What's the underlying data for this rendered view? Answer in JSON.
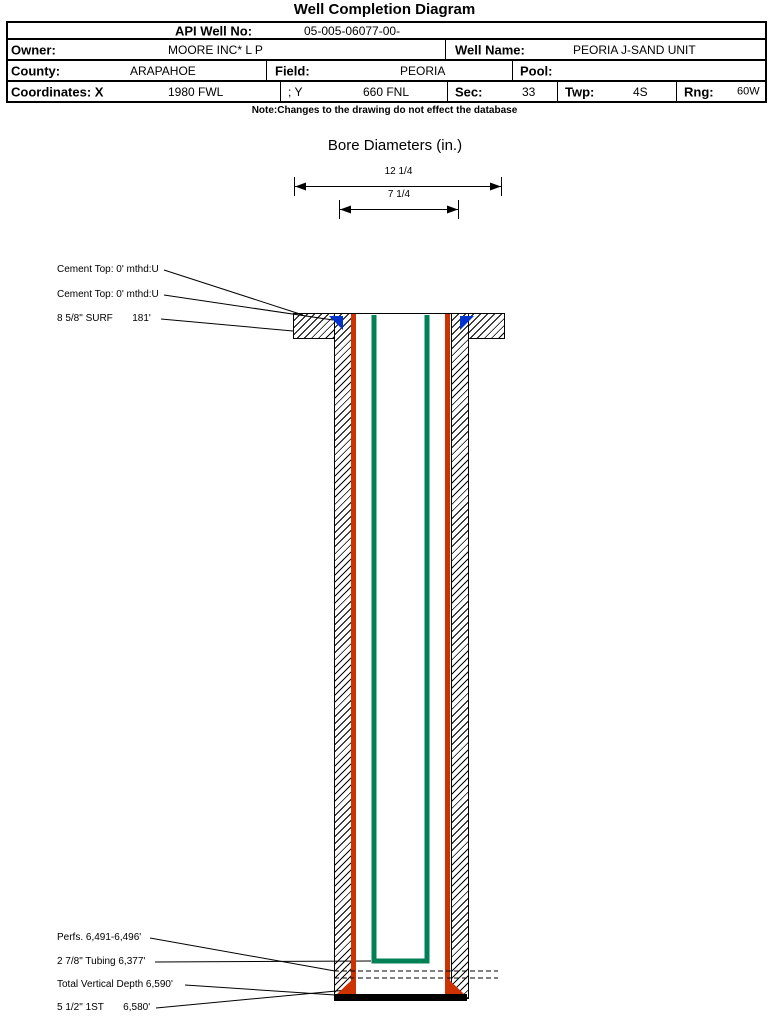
{
  "title": "Well Completion Diagram",
  "header": {
    "api": {
      "label": "API Well No:",
      "value": "05-005-06077-00-"
    },
    "owner": {
      "label": "Owner:",
      "value": "MOORE INC* L P"
    },
    "well_name": {
      "label": "Well Name:",
      "value": "PEORIA J-SAND UNIT"
    },
    "county": {
      "label": "County:",
      "value": "ARAPAHOE"
    },
    "field": {
      "label": "Field:",
      "value": "PEORIA"
    },
    "pool": {
      "label": "Pool:",
      "value": ""
    },
    "coordinates": {
      "label": "Coordinates: X",
      "x_value": "1980 FWL",
      "y_label": "; Y",
      "y_value": "660 FNL"
    },
    "sec": {
      "label": "Sec:",
      "value": "33"
    },
    "twp": {
      "label": "Twp:",
      "value": "4S"
    },
    "rng": {
      "label": "Rng:",
      "value": "60W"
    },
    "note": "Note:Changes to the drawing do not effect the database"
  },
  "bore": {
    "title": "Bore Diameters (in.)",
    "outer_diameter_in": "12 1/4",
    "inner_diameter_in": "7 1/4"
  },
  "annotations": {
    "top": [
      {
        "label": "Cement Top: 0' mthd:U"
      },
      {
        "label": "Cement Top: 0' mthd:U"
      },
      {
        "label": "8 5/8\" SURF       181'"
      }
    ],
    "bottom": [
      {
        "label": "Perfs. 6,491-6,496'"
      },
      {
        "label": "2 7/8\" Tubing 6,377'"
      },
      {
        "label": "Total Vertical Depth 6,590'"
      },
      {
        "label": "5 1/2\" 1ST       6,580'"
      }
    ]
  },
  "colors": {
    "casing": "#cc3300",
    "tubing": "#008055",
    "cement_marker": "#0033cc",
    "line": "#000000"
  }
}
